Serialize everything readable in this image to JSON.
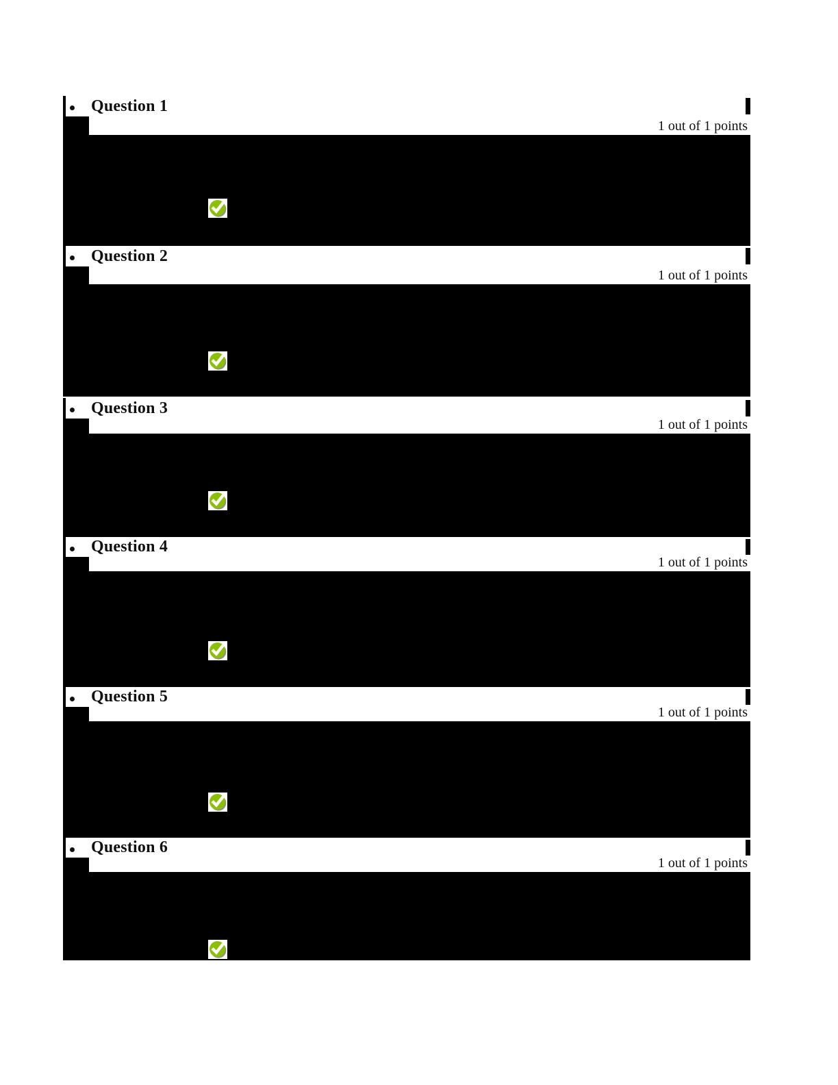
{
  "page": {
    "type": "quiz-review-document",
    "background": "#ffffff"
  },
  "status": {
    "correct_icon": "green-circle-check-icon",
    "colors": {
      "check_green": "#8CC006",
      "check_green_light": "#A9D42F",
      "icon_shadow": "#8F8F8F",
      "checkmark": "#ffffff",
      "redaction_black": "#000000",
      "text": "#111111"
    }
  },
  "questions": [
    {
      "title": "Question 1",
      "points": "1 out of 1 points",
      "result": "correct"
    },
    {
      "title": "Question 2",
      "points": "1 out of 1 points",
      "result": "correct"
    },
    {
      "title": "Question 3",
      "points": "1 out of 1 points",
      "result": "correct"
    },
    {
      "title": "Question 4",
      "points": "1 out of 1 points",
      "result": "correct"
    },
    {
      "title": "Question 5",
      "points": "1 out of 1 points",
      "result": "correct"
    },
    {
      "title": "Question 6",
      "points": "1 out of 1 points",
      "result": "correct"
    }
  ]
}
